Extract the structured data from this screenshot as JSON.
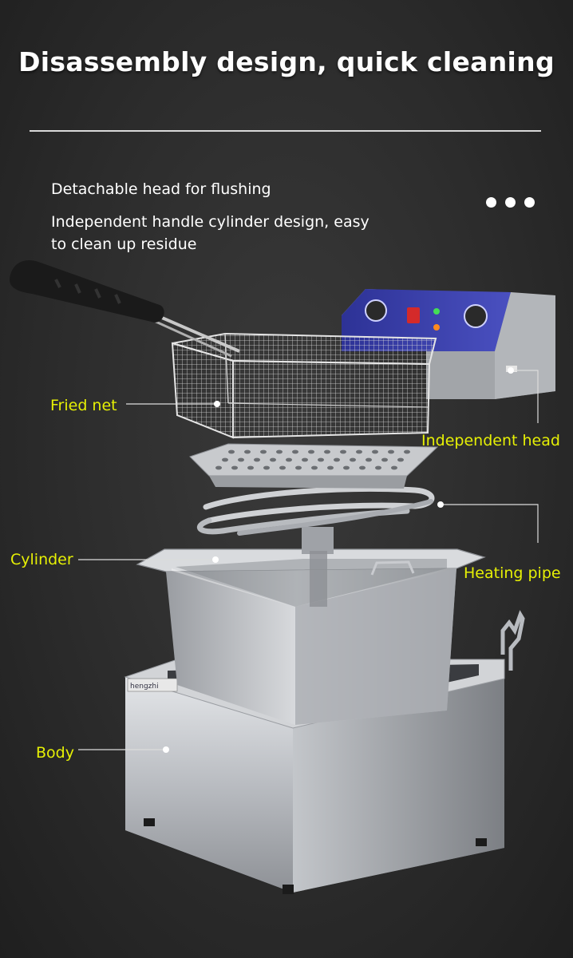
{
  "headline": "Disassembly design, quick cleaning",
  "features": [
    "Detachable head for flushing",
    "Independent handle cylinder design, easy to clean up residue"
  ],
  "callouts": {
    "fried_net": "Fried net",
    "independent_head": "Independent head",
    "cylinder": "Cylinder",
    "heating_pipe": "Heating pipe",
    "body": "Body"
  },
  "brand_plate": "hengzhi",
  "colors": {
    "background": "#2b2b2b",
    "headline": "#ffffff",
    "callout": "#e6f005",
    "control_panel": "#3b3fae",
    "steel": "#c9ccd0"
  },
  "icons": [
    "carousel-dots"
  ]
}
